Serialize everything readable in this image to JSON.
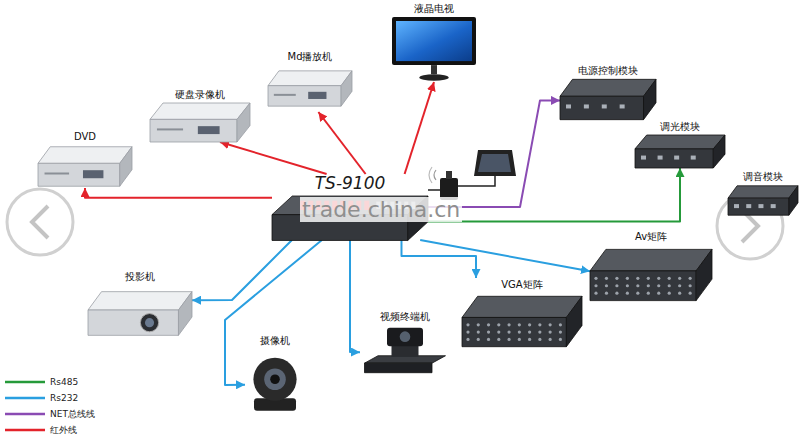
{
  "diagram": {
    "nodes": [
      {
        "text": [
          "液晶电视"
        ]
      },
      {
        "text": [
          "Md播放机"
        ]
      },
      {
        "text": [
          "硬盘录像机"
        ]
      },
      {
        "text": [
          "电源控制模块"
        ]
      },
      {
        "text": [
          "DVD"
        ]
      },
      {
        "text": [
          "调光模块"
        ]
      },
      {
        "text": [
          "TS-9100"
        ]
      },
      {
        "text": [
          "调音模块"
        ]
      },
      {
        "text": [
          "Av矩阵"
        ]
      },
      {
        "text": [
          "投影机"
        ]
      },
      {
        "text": [
          "VGA矩阵"
        ]
      },
      {
        "text": [
          "视频终端机"
        ]
      },
      {
        "text": [
          "摄像机"
        ]
      }
    ],
    "edges": [
      {
        "from": 6,
        "to": 0,
        "arrow": "to"
      },
      {
        "from": 6,
        "to": 1,
        "arrow": "to"
      },
      {
        "from": 6,
        "to": 2,
        "arrow": "to"
      },
      {
        "from": 6,
        "to": 3,
        "arrow": "to"
      },
      {
        "from": 6,
        "to": 4,
        "arrow": "to"
      },
      {
        "from": 6,
        "to": 5,
        "arrow": "to"
      },
      {
        "from": 6,
        "to": 8,
        "arrow": "to"
      },
      {
        "from": 6,
        "to": 10,
        "arrow": "to"
      },
      {
        "from": 6,
        "to": 11,
        "arrow": "to"
      },
      {
        "from": 6,
        "to": 9,
        "arrow": "to"
      },
      {
        "from": 6,
        "to": 12,
        "arrow": "to"
      }
    ],
    "labels": [
      "trade.china.cn"
    ],
    "legend": [
      {
        "text": "Rs485"
      },
      {
        "text": "Rs232"
      },
      {
        "text": "NET总线线"
      },
      {
        "text": "红外线"
      }
    ]
  }
}
